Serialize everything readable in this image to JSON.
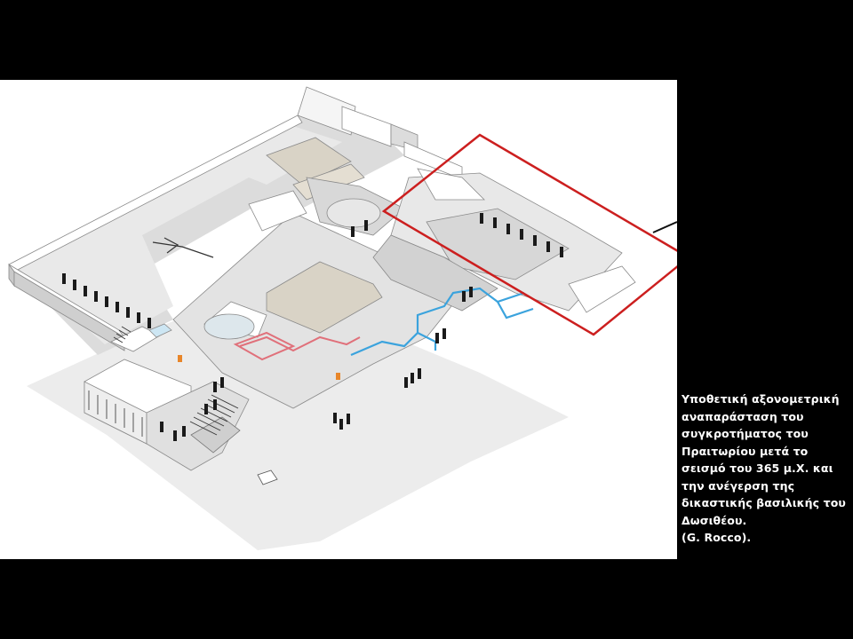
{
  "caption": {
    "lines": [
      "Υποθετική αξονομετρική",
      "αναπαράσταση του",
      "συγκροτήματος του",
      "Πραιτωρίου μετά το",
      "σεισμό του 365 μ.Χ. και",
      "την ανέγερση της",
      "δικαστικής βασιλικής του",
      "Δωσιθέου."
    ],
    "credit": "(G. Rocco)."
  },
  "colors": {
    "background": "#000000",
    "panel": "#ffffff",
    "wall_top": "#ffffff",
    "wall_side": "#c9c9c9",
    "floor_gray": "#e6e6e6",
    "floor_beige": "#d9d3c6",
    "highlight_frame": "#cc1f1f",
    "water_channel": "#3ba3dd",
    "pink_path": "#e0707a",
    "column": "#1a1a1a",
    "orange_marker": "#e8862a"
  }
}
